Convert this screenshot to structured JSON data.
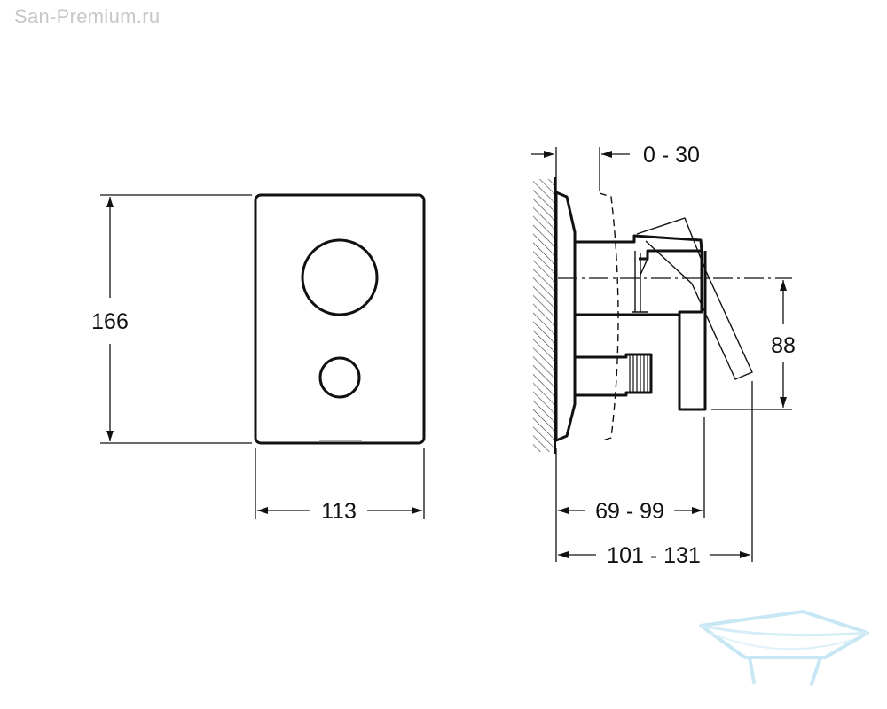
{
  "watermark": {
    "text": "San-Premium.ru",
    "color": "#c7c7c7"
  },
  "front_view": {
    "height_label": "166",
    "width_label": "113"
  },
  "side_view": {
    "adjust_label": "0 - 30",
    "axis_height_label": "88",
    "depth_label": "69 - 99",
    "total_depth_label": "101 - 131"
  },
  "colors": {
    "line": "#111111",
    "logo": "#bfe3f3"
  }
}
